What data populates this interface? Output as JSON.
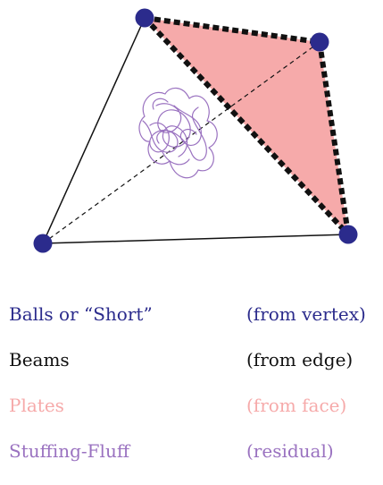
{
  "colors": {
    "ball": "#2b2b8c",
    "beam": "#000000",
    "plate_fill": "#f6aaaa",
    "plate_text": "#f6aaaa",
    "stuffing": "#9a72c0"
  },
  "legend": [
    {
      "term": "Balls or “Short”",
      "source": "(from vertex)",
      "color": "#2b2b8c"
    },
    {
      "term": "Beams",
      "source": "(from edge)",
      "color": "#111111"
    },
    {
      "term": "Plates",
      "source": "(from face)",
      "color": "#f6aaaa"
    },
    {
      "term": "Stuffing-Fluff",
      "source": "(residual)",
      "color": "#9a72c0"
    }
  ]
}
